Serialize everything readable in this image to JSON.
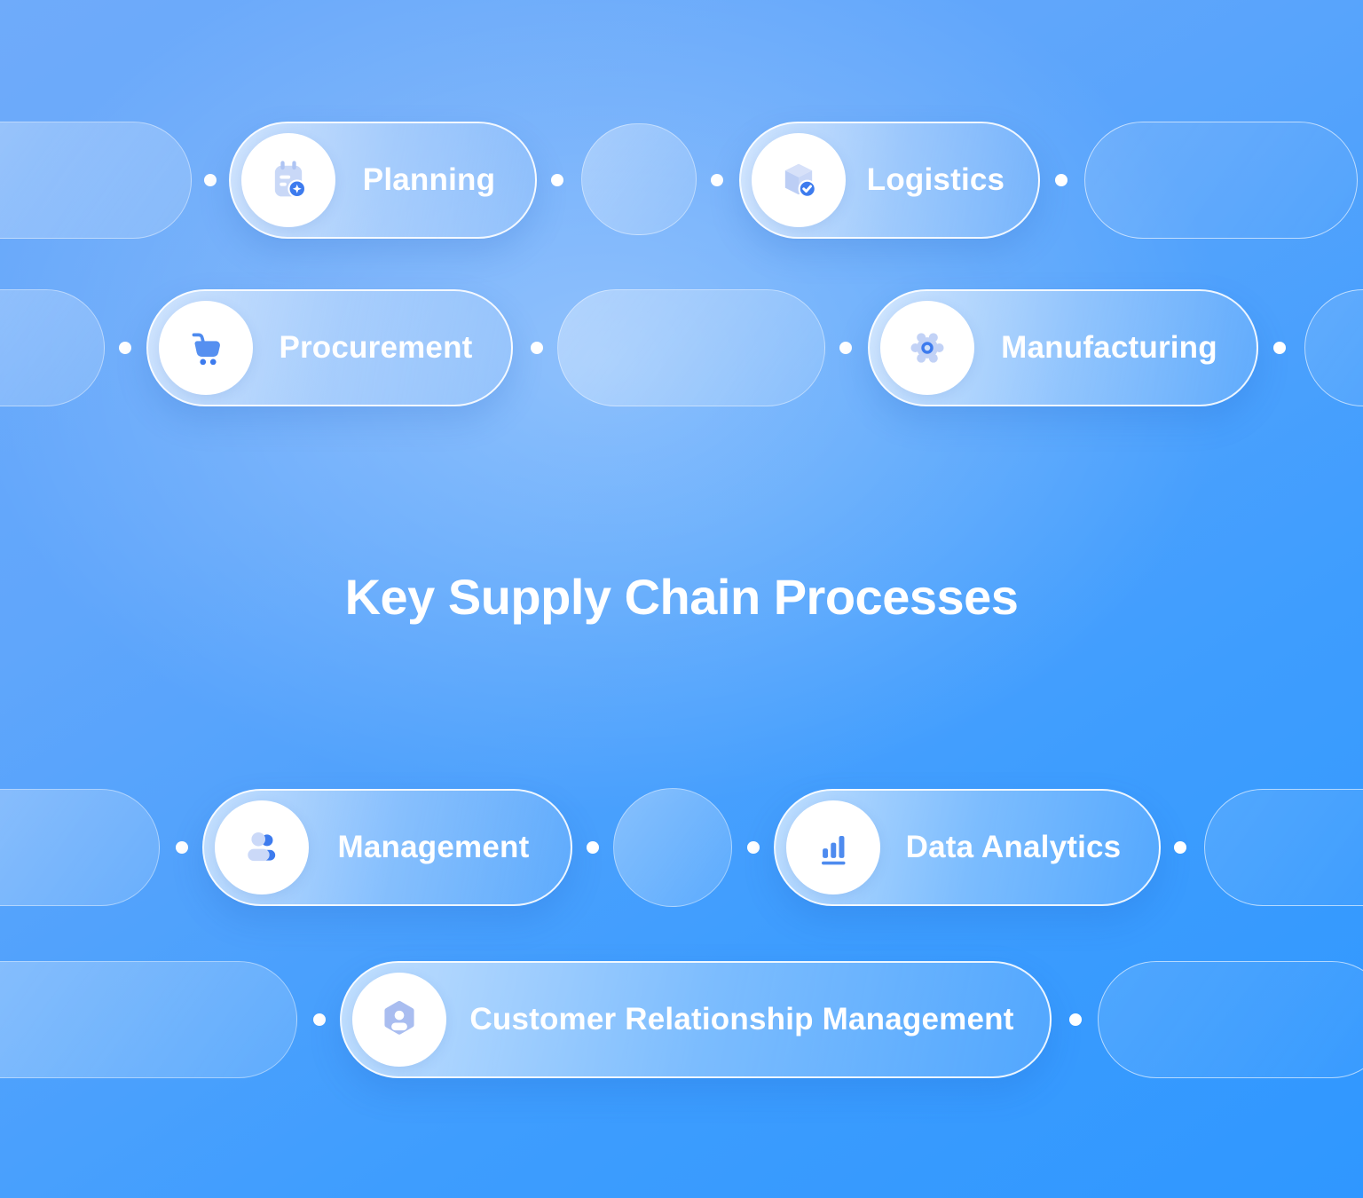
{
  "title": "Key Supply Chain Processes",
  "badges": {
    "planning": {
      "label": "Planning",
      "icon": "calendar-plus-icon"
    },
    "logistics": {
      "label": "Logistics",
      "icon": "package-check-icon"
    },
    "procurement": {
      "label": "Procurement",
      "icon": "shopping-cart-icon"
    },
    "manufacturing": {
      "label": "Manufacturing",
      "icon": "gear-icon"
    },
    "management": {
      "label": "Management",
      "icon": "people-icon"
    },
    "data_analytics": {
      "label": "Data Analytics",
      "icon": "bar-chart-icon"
    },
    "crm": {
      "label": "Customer Relationship Management",
      "icon": "person-hexagon-icon"
    }
  },
  "colors": {
    "background_light": "#7FB1F7",
    "background_deep": "#2F97FF",
    "pill_border": "#FFFFFF",
    "icon_accent": "#3D7BEE",
    "icon_blue": "#4E8BEF",
    "icon_light": "#C6D6F7",
    "text": "#FFFFFF"
  }
}
